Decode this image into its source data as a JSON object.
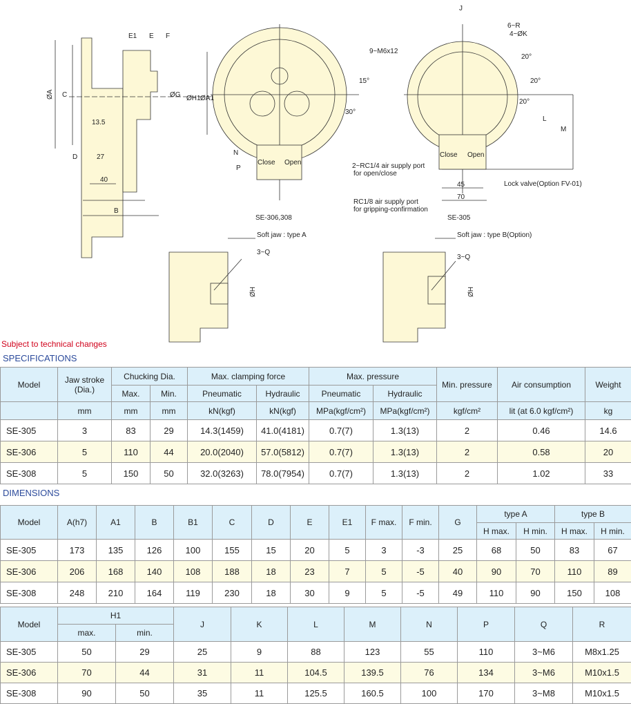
{
  "drawing": {
    "side_labels": [
      "E1",
      "E",
      "F",
      "ØA",
      "C",
      "ØG",
      "ØH1",
      "ØA1",
      "13.5",
      "D",
      "27",
      "40",
      "B"
    ],
    "front_labels": [
      "15°",
      "30°",
      "N",
      "P",
      "Close",
      "Open",
      "SE-306,308"
    ],
    "se305_labels": [
      "J",
      "6~R",
      "4~ØK",
      "9~M6x12",
      "20°",
      "20°",
      "20°",
      "L",
      "M",
      "Close",
      "Open",
      "2~RC1/4 air supply port",
      "for open/close",
      "45",
      "Lock valve(Option FV-01)",
      "70",
      "RC1/8 air supply port",
      "for gripping-confirmation",
      "SE-305"
    ],
    "jaw_a": {
      "title": "Soft jaw : type A",
      "q": "3~Q",
      "h": "ØH"
    },
    "jaw_b": {
      "title": "Soft jaw : type B(Option)",
      "q": "3~Q",
      "h": "ØH"
    }
  },
  "note": "Subject to technical changes",
  "specs": {
    "title": "SPECIFICATIONS",
    "h": {
      "model": "Model",
      "jaw": "Jaw stroke",
      "jaw2": "(Dia.)",
      "chuck": "Chucking Dia.",
      "max": "Max.",
      "min": "Min.",
      "clamp": "Max. clamping force",
      "pneu": "Pneumatic",
      "hyd": "Hydraulic",
      "press": "Max. pressure",
      "minp": "Min. pressure",
      "air": "Air consumption",
      "weight": "Weight"
    },
    "units": [
      "mm",
      "mm",
      "mm",
      "kN(kgf)",
      "kN(kgf)",
      "MPa(kgf/cm²)",
      "MPa(kgf/cm²)",
      "kgf/cm²",
      "lit (at 6.0 kgf/cm²)",
      "kg"
    ],
    "rows": [
      [
        "SE-305",
        "3",
        "83",
        "29",
        "14.3(1459)",
        "41.0(4181)",
        "0.7(7)",
        "1.3(13)",
        "2",
        "0.46",
        "14.6"
      ],
      [
        "SE-306",
        "5",
        "110",
        "44",
        "20.0(2040)",
        "57.0(5812)",
        "0.7(7)",
        "1.3(13)",
        "2",
        "0.58",
        "20"
      ],
      [
        "SE-308",
        "5",
        "150",
        "50",
        "32.0(3263)",
        "78.0(7954)",
        "0.7(7)",
        "1.3(13)",
        "2",
        "1.02",
        "33"
      ]
    ]
  },
  "dims": {
    "title": "DIMENSIONS",
    "h": [
      "Model",
      "A(h7)",
      "A1",
      "B",
      "B1",
      "C",
      "D",
      "E",
      "E1",
      "F max.",
      "F min.",
      "G"
    ],
    "typeA": "type A",
    "typeB": "type B",
    "hmax": "H max.",
    "hmin": "H min.",
    "rows": [
      [
        "SE-305",
        "173",
        "135",
        "126",
        "100",
        "155",
        "15",
        "20",
        "5",
        "3",
        "-3",
        "25",
        "68",
        "50",
        "83",
        "67"
      ],
      [
        "SE-306",
        "206",
        "168",
        "140",
        "108",
        "188",
        "18",
        "23",
        "7",
        "5",
        "-5",
        "40",
        "90",
        "70",
        "110",
        "89"
      ],
      [
        "SE-308",
        "248",
        "210",
        "164",
        "119",
        "230",
        "18",
        "30",
        "9",
        "5",
        "-5",
        "49",
        "110",
        "90",
        "150",
        "108"
      ]
    ]
  },
  "dims2": {
    "h": {
      "model": "Model",
      "h1": "H1",
      "max": "max.",
      "min": "min.",
      "cols": [
        "J",
        "K",
        "L",
        "M",
        "N",
        "P",
        "Q",
        "R"
      ]
    },
    "rows": [
      [
        "SE-305",
        "50",
        "29",
        "25",
        "9",
        "88",
        "123",
        "55",
        "110",
        "3~M6",
        "M8x1.25"
      ],
      [
        "SE-306",
        "70",
        "44",
        "31",
        "11",
        "104.5",
        "139.5",
        "76",
        "134",
        "3~M6",
        "M10x1.5"
      ],
      [
        "SE-308",
        "90",
        "50",
        "35",
        "11",
        "125.5",
        "160.5",
        "100",
        "170",
        "3~M8",
        "M10x1.5"
      ]
    ]
  }
}
